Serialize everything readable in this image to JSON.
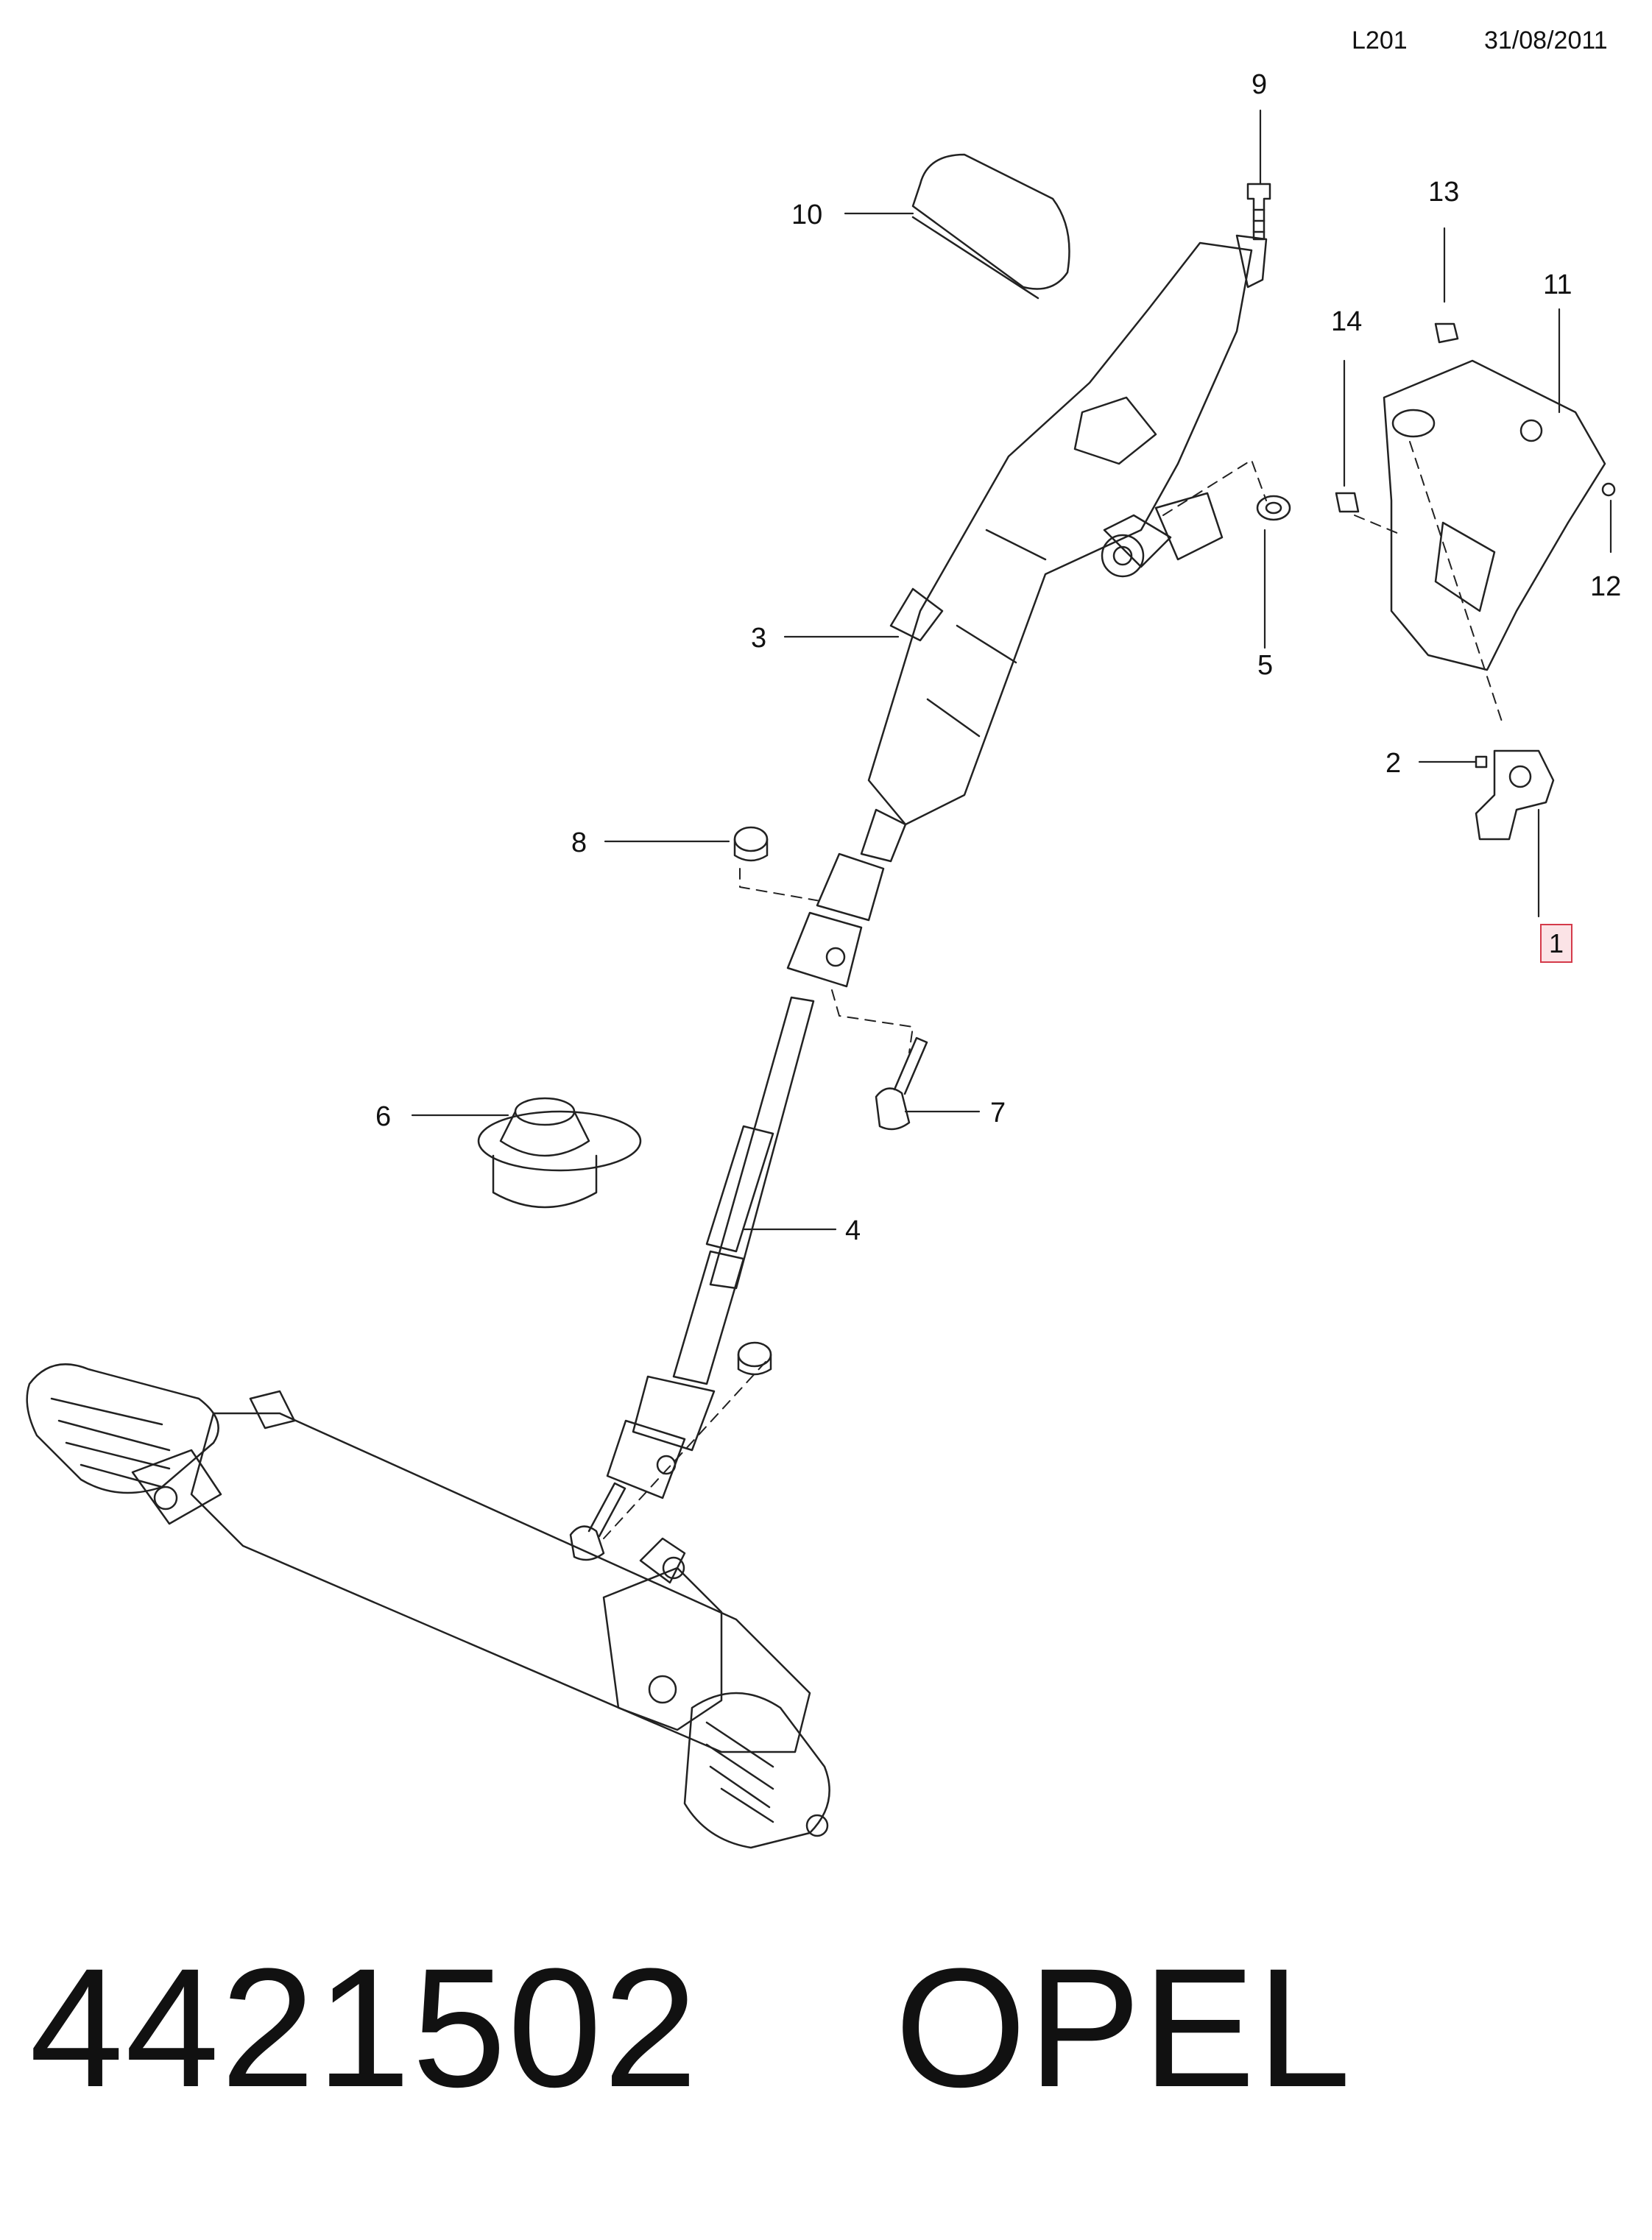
{
  "header": {
    "code": "L201",
    "date": "31/08/2011"
  },
  "callouts": [
    "1",
    "2",
    "3",
    "4",
    "5",
    "6",
    "7",
    "8",
    "9",
    "10",
    "11",
    "12",
    "13",
    "14"
  ],
  "footer": {
    "part_number": "4421502",
    "brand": "OPEL"
  },
  "colors": {
    "line": "#222222",
    "highlight_border": "#d43a4a",
    "highlight_fill": "#fbe3e6"
  }
}
